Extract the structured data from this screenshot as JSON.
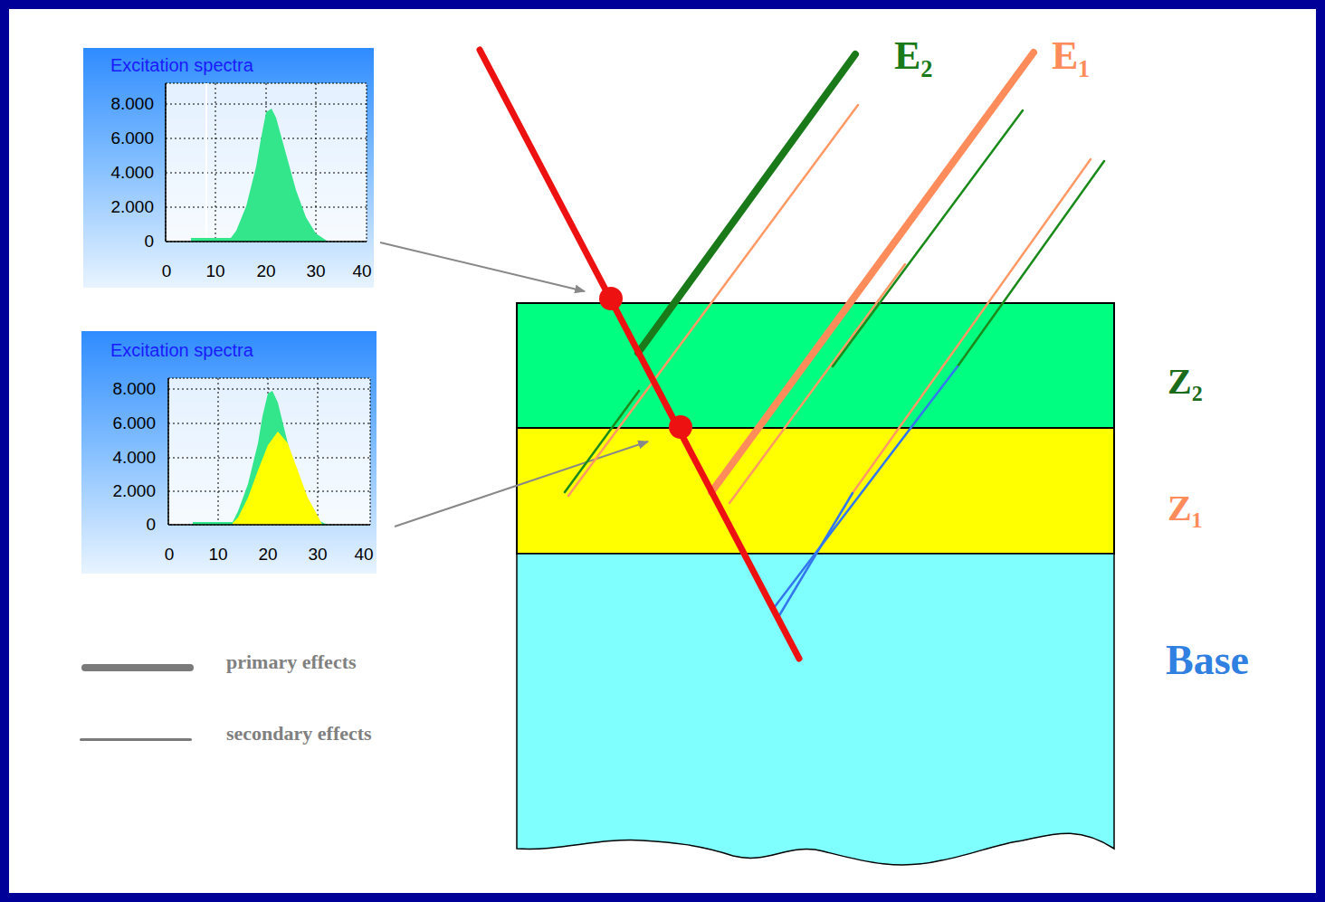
{
  "diagram": {
    "nodes": [
      {
        "text": [
          "Excitation spectra"
        ]
      },
      {
        "text": [
          "Excitation spectra"
        ]
      },
      {
        "text": [
          "Z₂"
        ]
      },
      {
        "text": [
          "Z₁"
        ]
      },
      {
        "text": [
          "Base"
        ]
      }
    ],
    "labels": [
      "E₂",
      "E₁",
      "8.000",
      "6.000",
      "4.000",
      "2.000",
      "0",
      "0",
      "10",
      "20",
      "30",
      "40",
      "8.000",
      "6.000",
      "4.000",
      "2.000",
      "0",
      "0",
      "10",
      "20",
      "30",
      "40"
    ],
    "legend": [
      {
        "text": "primary effects"
      },
      {
        "text": "secondary effects"
      }
    ]
  }
}
